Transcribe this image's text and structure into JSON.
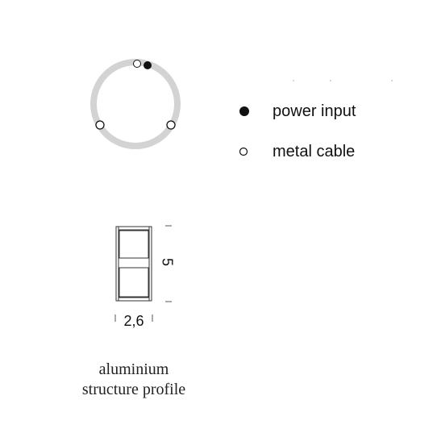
{
  "legend": {
    "power_input_label": "power input",
    "metal_cable_label": "metal cable"
  },
  "profile": {
    "height_label": "5",
    "width_label": "2,6"
  },
  "caption": {
    "line1": "aluminium",
    "line2": "structure profile"
  },
  "colors": {
    "ring": "#d3d3d3",
    "ink": "#111111"
  }
}
